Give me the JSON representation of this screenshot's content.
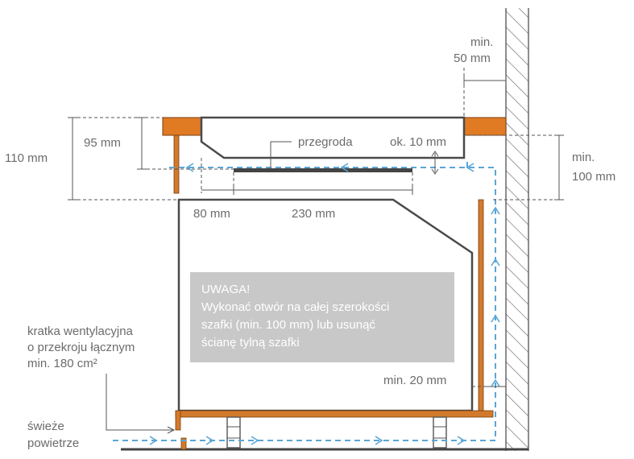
{
  "labels": {
    "min_50": [
      "min.",
      "50 mm"
    ],
    "h_110": "110 mm",
    "h_95": "95 mm",
    "przegroda": "przegroda",
    "ok_10": "ok. 10 mm",
    "min_100": [
      "min.",
      "100 mm"
    ],
    "w_80": "80 mm",
    "w_230": "230  mm",
    "min_20": "min. 20 mm",
    "kratka": [
      "kratka wentylacyjna",
      "o przekroju łącznym",
      "min. 180 cm²"
    ],
    "swieze": [
      "świeże",
      "powietrze"
    ]
  },
  "warning": {
    "lines": [
      "UWAGA!",
      "Wykonać otwór na całej szerokości",
      "szafki (min. 100 mm) lub usunąć",
      "ścianę tylną szafki"
    ]
  },
  "colors": {
    "wood": "#e07b24",
    "air": "#5aa6d6",
    "outline": "#4a4a4a",
    "warning_box": "#c8c8c8",
    "wall_hatch": "#555555"
  }
}
